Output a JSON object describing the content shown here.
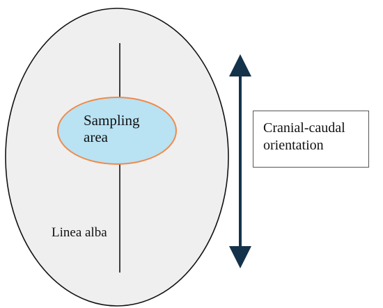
{
  "labels": {
    "sampling_area": "Sampling area",
    "linea_alba": "Linea alba",
    "orientation": "Cranial-caudal orientation"
  },
  "colors": {
    "outer_fill": "#efefef",
    "outer_stroke": "#111111",
    "sampling_fill": "#b9e2f3",
    "sampling_stroke": "#f08a4b",
    "midline": "#111111",
    "arrow": "#14324a",
    "box_border": "#555555"
  }
}
